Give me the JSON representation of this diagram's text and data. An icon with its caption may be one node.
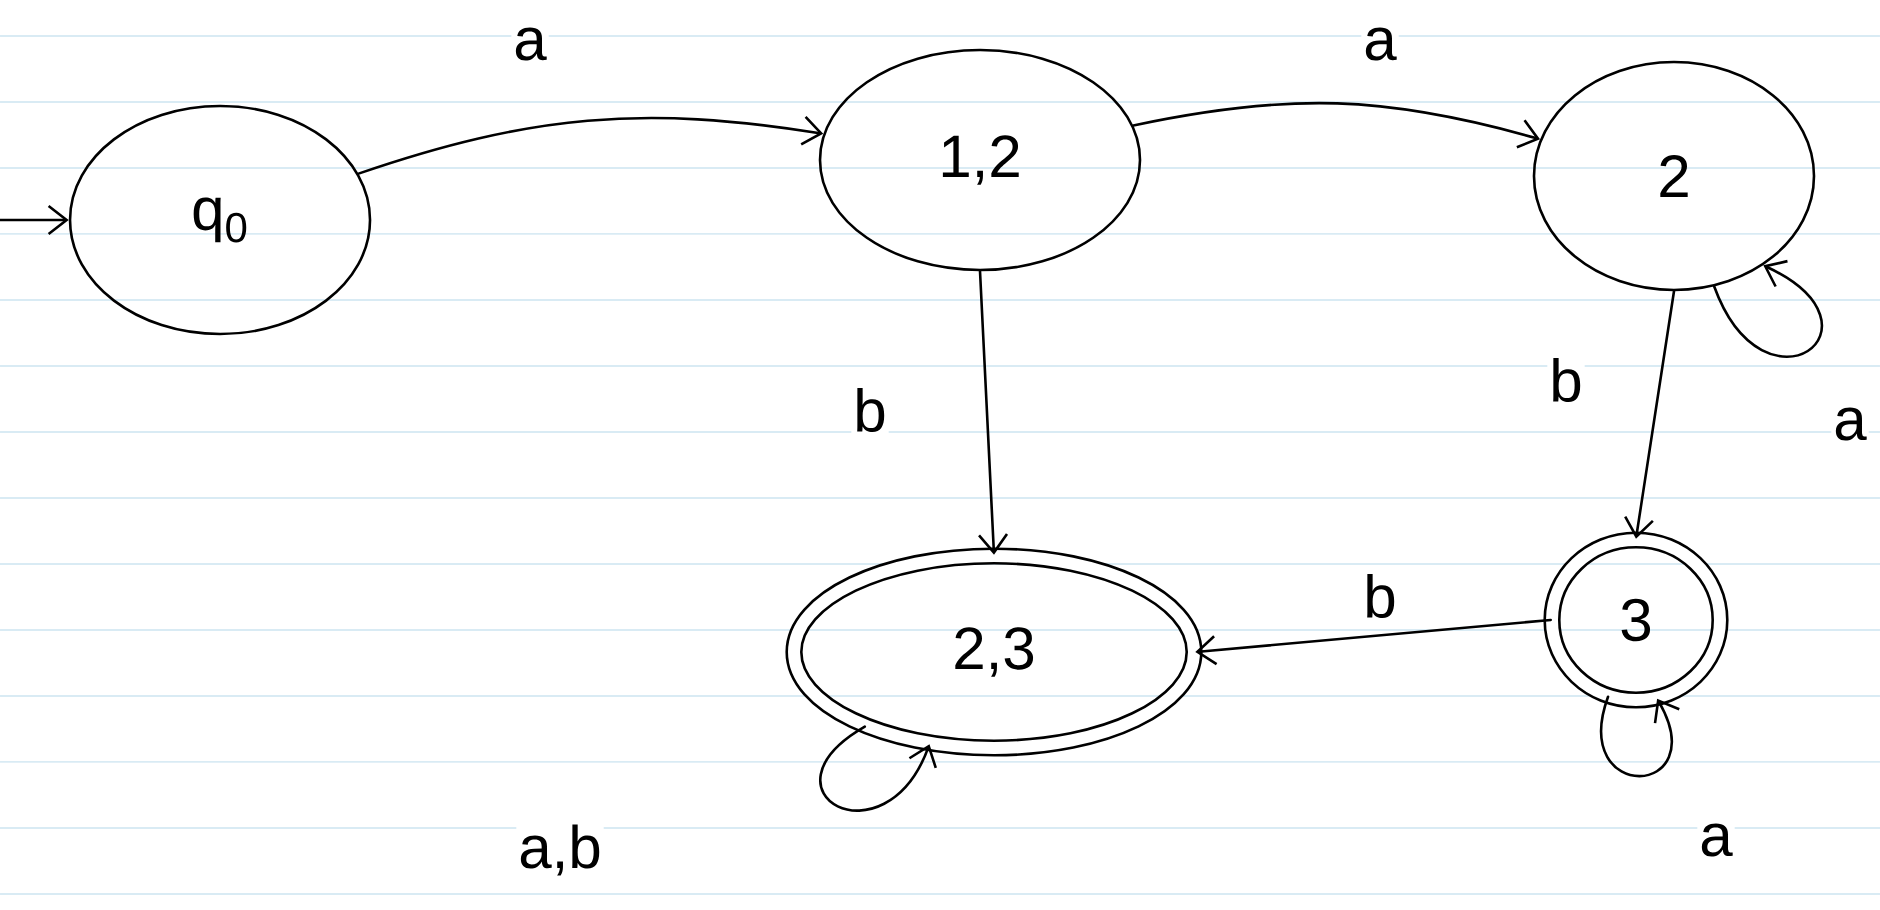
{
  "diagram": {
    "nodes": [
      {
        "text": [
          "q$_{0}$"
        ]
      },
      {
        "text": [
          "1,2"
        ]
      },
      {
        "text": [
          "2"
        ]
      },
      {
        "text": [
          "2,3"
        ]
      },
      {
        "text": [
          "3"
        ]
      }
    ],
    "edges": [
      {
        "from": null,
        "to": 0,
        "arrow": "to"
      },
      {
        "from": 0,
        "to": 1,
        "arrow": "to",
        "label": "a"
      },
      {
        "from": 1,
        "to": 2,
        "arrow": "to",
        "label": "a"
      },
      {
        "from": 1,
        "to": 3,
        "arrow": "to",
        "label": "b"
      },
      {
        "from": 2,
        "to": 4,
        "arrow": "to",
        "label": "b"
      },
      {
        "from": 2,
        "to": 2,
        "arrow": "to",
        "label": "a"
      },
      {
        "from": 4,
        "to": 3,
        "arrow": "to",
        "label": "b"
      },
      {
        "from": 4,
        "to": 4,
        "arrow": "to",
        "label": "a"
      },
      {
        "from": 3,
        "to": 3,
        "arrow": "to",
        "label": "a,b"
      }
    ]
  }
}
